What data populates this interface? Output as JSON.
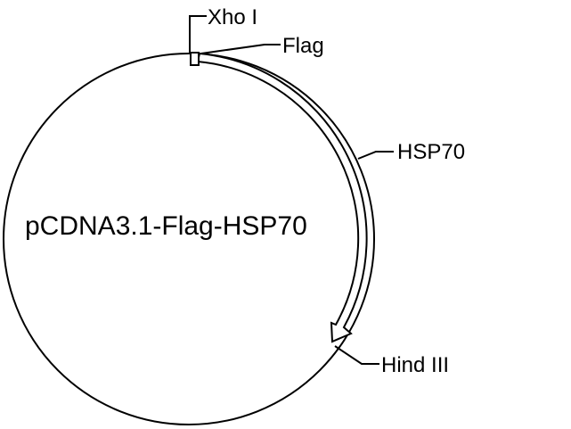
{
  "plasmid": {
    "name": "pCDNA3.1-Flag-HSP70"
  },
  "features": {
    "xho1": "Xho I",
    "flag": "Flag",
    "hsp70": "HSP70",
    "hind3": "Hind III"
  },
  "colors": {
    "stroke": "#000000",
    "background": "#ffffff"
  }
}
